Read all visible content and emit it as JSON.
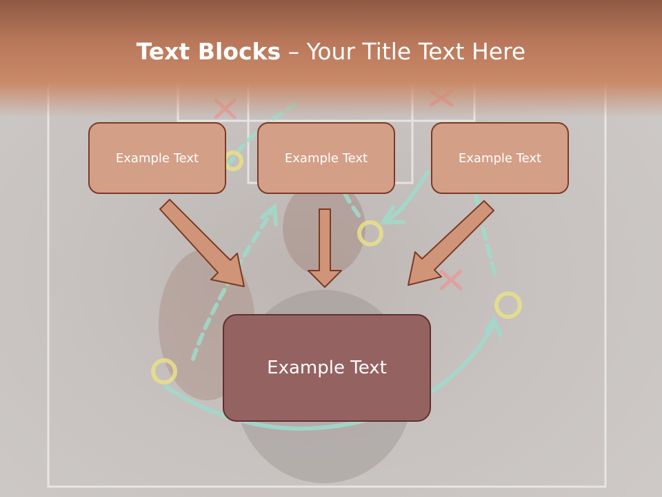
{
  "title": {
    "bold": "Text Blocks",
    "separator": " – ",
    "rest": "Your Title Text Here"
  },
  "blocks": [
    {
      "label": "Example Text"
    },
    {
      "label": "Example Text"
    },
    {
      "label": "Example Text"
    }
  ],
  "main_block": {
    "label": "Example Text"
  },
  "colors": {
    "title_band": "#c98a68",
    "block_fill": "#d49f87",
    "block_border": "#7a3a24",
    "main_block_fill": "#956262",
    "arrow_fill": "#d09478",
    "chalk_teal": "#9fdccb",
    "chalk_yellow": "#e9df8a",
    "chalk_red": "#e79a96"
  }
}
